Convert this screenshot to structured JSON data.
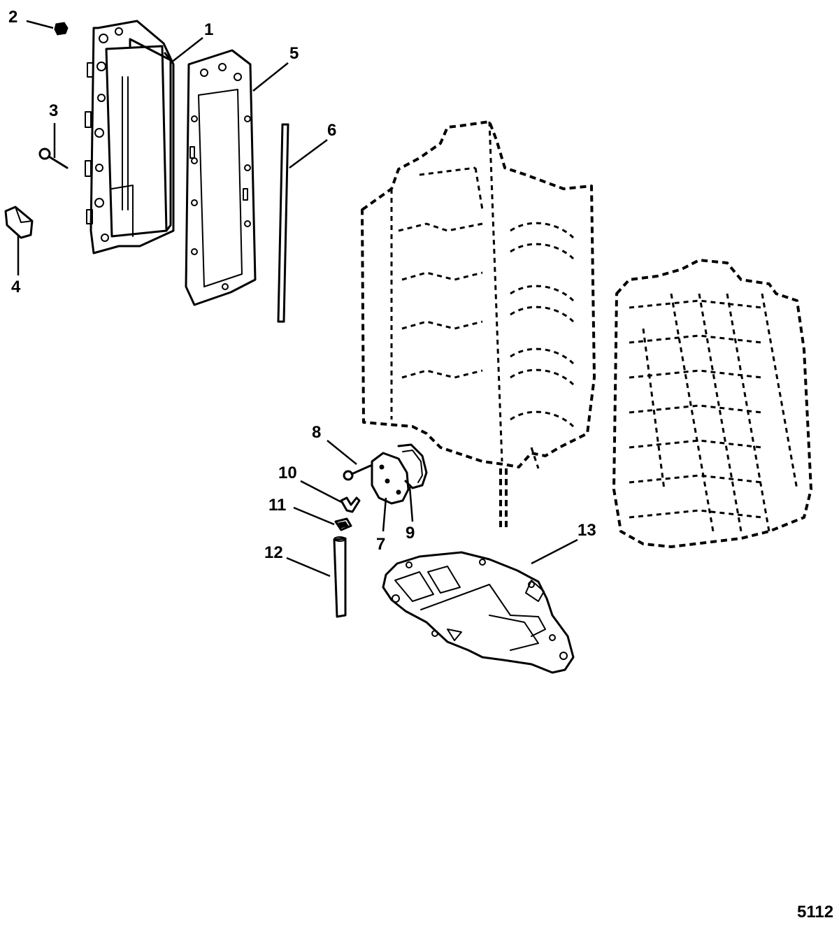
{
  "callouts": {
    "c1": "1",
    "c2": "2",
    "c3": "3",
    "c4": "4",
    "c5": "5",
    "c6": "6",
    "c7": "7",
    "c8": "8",
    "c9": "9",
    "c10": "10",
    "c11": "11",
    "c12": "12",
    "c13": "13"
  },
  "figure_number": "5112"
}
